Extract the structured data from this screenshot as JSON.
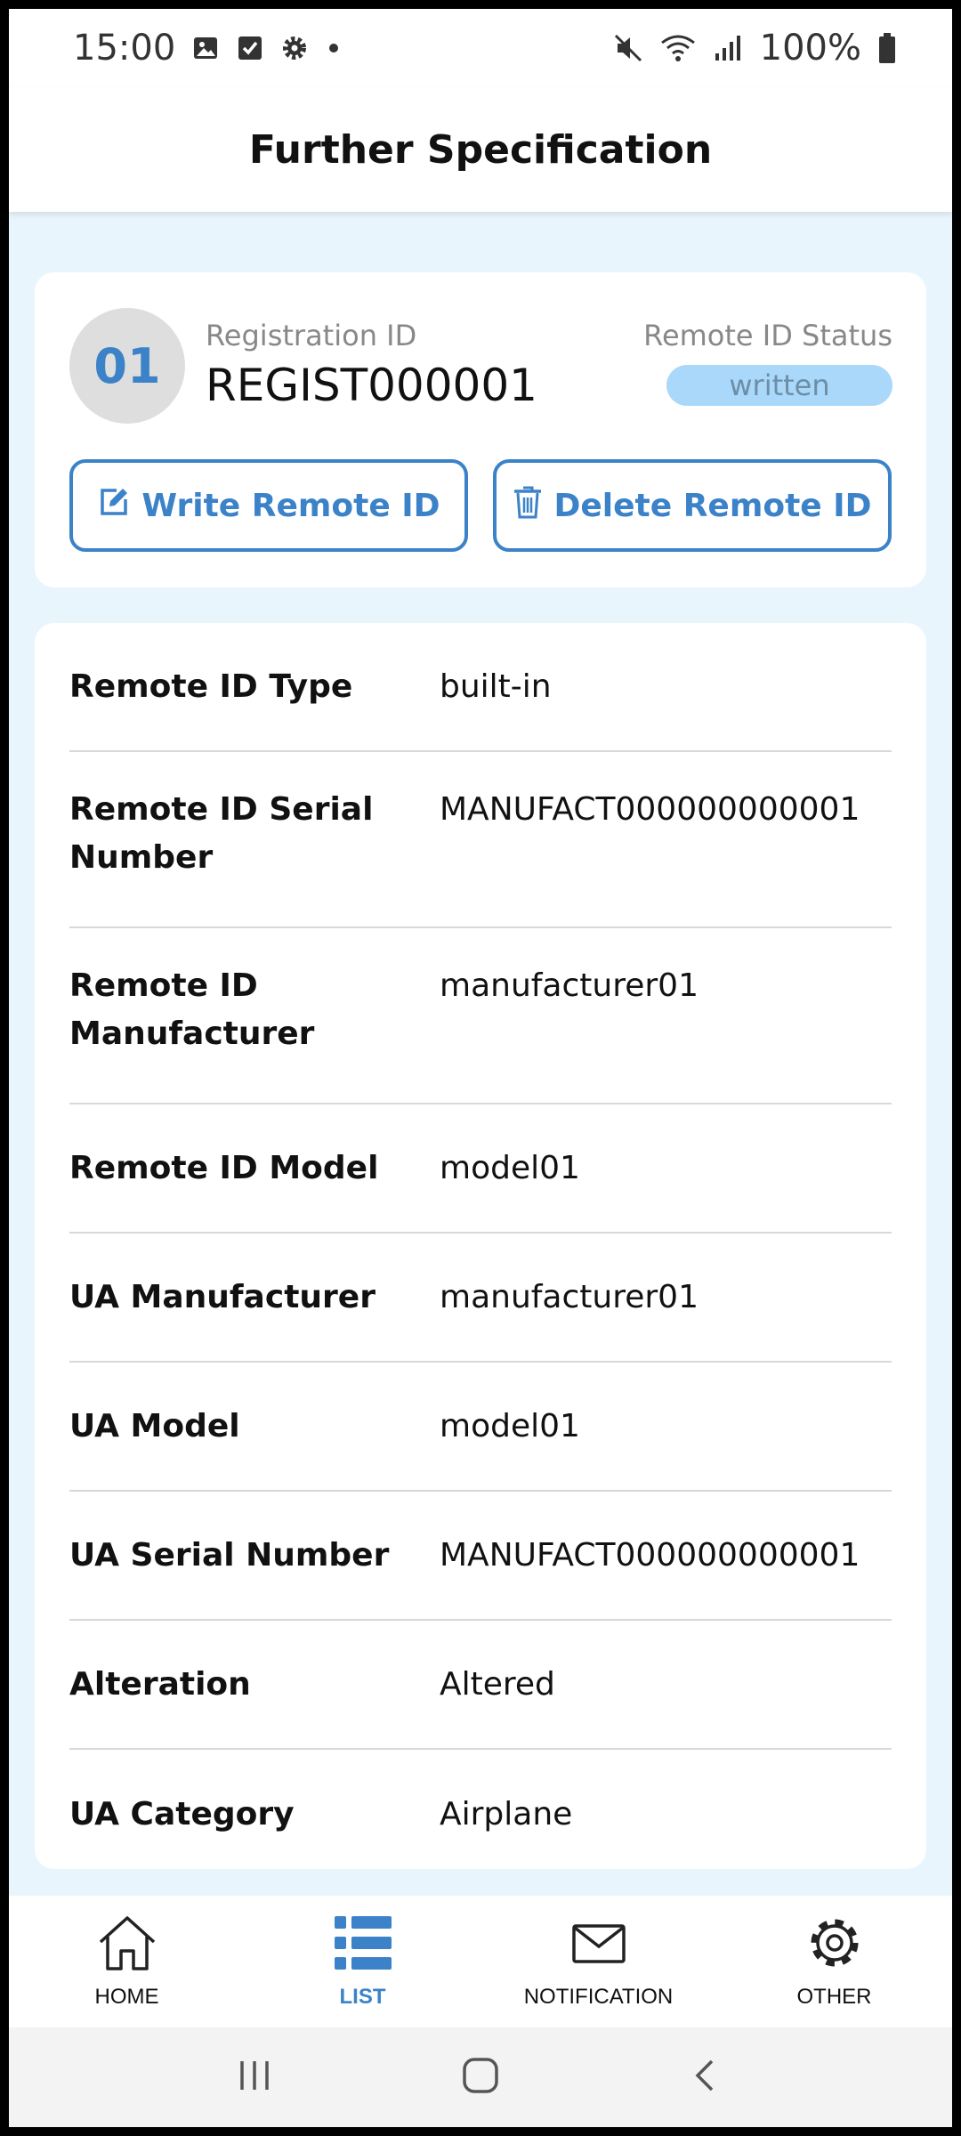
{
  "status_bar": {
    "time": "15:00",
    "battery": "100%"
  },
  "header": {
    "title": "Further Specification"
  },
  "registration": {
    "number": "01",
    "id_label": "Registration ID",
    "id_value": "REGIST000001",
    "status_label": "Remote ID Status",
    "status_value": "written"
  },
  "actions": {
    "write_label": "Write Remote ID",
    "delete_label": "Delete Remote ID"
  },
  "details": [
    {
      "key": "Remote ID Type",
      "value": "built-in"
    },
    {
      "key": "Remote ID Serial Number",
      "value": "MANUFACT000000000001"
    },
    {
      "key": "Remote ID Manufacturer",
      "value": "manufacturer01"
    },
    {
      "key": "Remote ID Model",
      "value": "model01"
    },
    {
      "key": "UA Manufacturer",
      "value": "manufacturer01"
    },
    {
      "key": "UA Model",
      "value": "model01"
    },
    {
      "key": "UA Serial Number",
      "value": "MANUFACT000000000001"
    },
    {
      "key": "Alteration",
      "value": "Altered"
    },
    {
      "key": "UA Category",
      "value": "Airplane"
    }
  ],
  "nav": [
    {
      "label": "HOME",
      "icon": "home-icon"
    },
    {
      "label": "LIST",
      "icon": "list-icon",
      "active": true
    },
    {
      "label": "NOTIFICATION",
      "icon": "envelope-icon"
    },
    {
      "label": "OTHER",
      "icon": "gear-icon"
    }
  ],
  "colors": {
    "accent": "#3b82c8",
    "background": "#e9f5fd",
    "badge": "#a9d8fb"
  }
}
